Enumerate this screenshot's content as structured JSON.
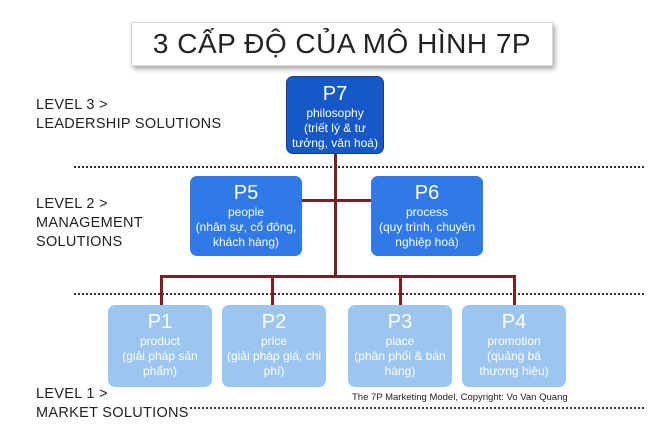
{
  "title": "3 CẤP ĐỘ CỦA MÔ HÌNH 7P",
  "levels": [
    {
      "line1": "LEVEL 3 >",
      "line2": "LEADERSHIP SOLUTIONS"
    },
    {
      "line1": "LEVEL 2 >",
      "line2": "MANAGEMENT",
      "line3": "SOLUTIONS"
    },
    {
      "line1": "LEVEL 1 >",
      "line2": "MARKET SOLUTIONS"
    }
  ],
  "nodes": {
    "p7": {
      "code": "P7",
      "name": "philosophy",
      "desc": "(triết lý & tư tưởng, văn hoá)"
    },
    "p5": {
      "code": "P5",
      "name": "people",
      "desc": "(nhân sự, cổ đông, khách hàng)"
    },
    "p6": {
      "code": "P6",
      "name": "process",
      "desc": "(quy trình, chuyên nghiệp hoá)"
    },
    "p1": {
      "code": "P1",
      "name": "product",
      "desc": "(giải pháp sản phẩm)"
    },
    "p2": {
      "code": "P2",
      "name": "price",
      "desc": "(giải pháp giá, chi phí)"
    },
    "p3": {
      "code": "P3",
      "name": "place",
      "desc": "(phân phối & bán hàng)"
    },
    "p4": {
      "code": "P4",
      "name": "promotion",
      "desc": "(quảng bá thương hiệu)"
    }
  },
  "copyright": "The 7P Marketing Model, Copyright: Vo Van Quang",
  "colors": {
    "level3": "#1758c9",
    "level2": "#2f7ae6",
    "level1": "#9cc6ef",
    "connector": "#7a1f24"
  }
}
